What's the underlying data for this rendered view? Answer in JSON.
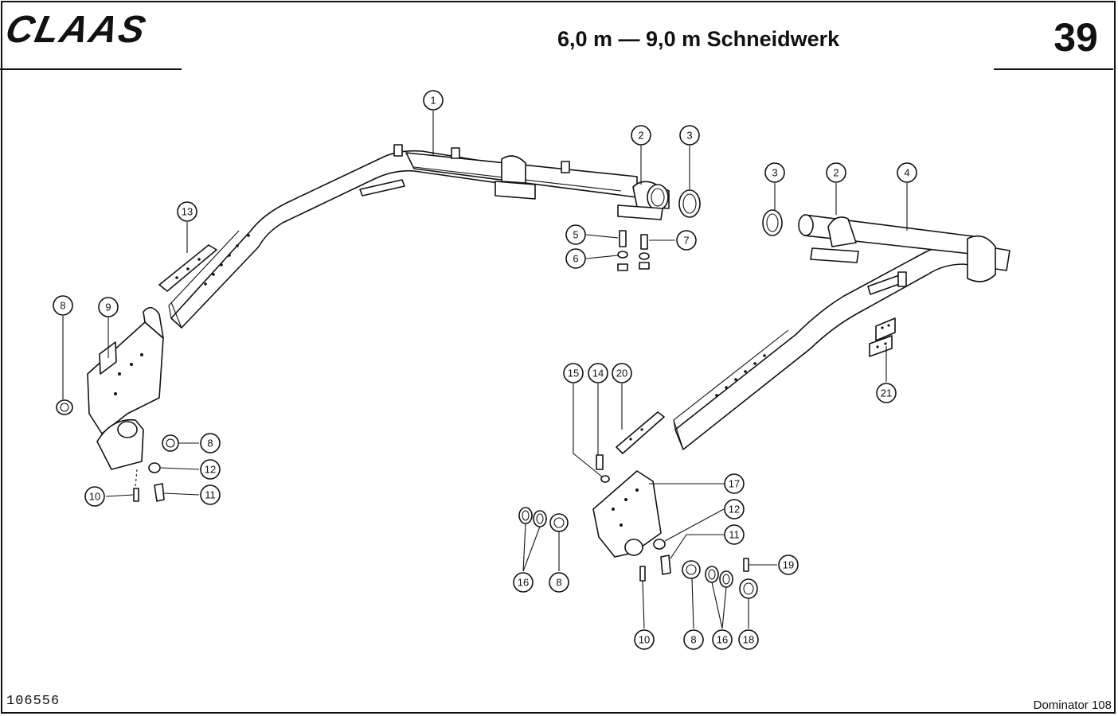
{
  "header": {
    "brand": "CLAAS",
    "title": "6,0 m — 9,0 m Schneidwerk",
    "page_number": "39"
  },
  "footer": {
    "drawing_id": "106556",
    "model": "Dominator 108"
  },
  "callouts": {
    "c1": "1",
    "c2a": "2",
    "c3a": "3",
    "c3b": "3",
    "c2b": "2",
    "c4": "4",
    "c13": "13",
    "c5": "5",
    "c6": "6",
    "c7": "7",
    "c8a": "8",
    "c9": "9",
    "c8b": "8",
    "c12a": "12",
    "c10a": "10",
    "c11a": "11",
    "c21": "21",
    "c15": "15",
    "c14": "14",
    "c20": "20",
    "c17": "17",
    "c12b": "12",
    "c11b": "11",
    "c19": "19",
    "c16a": "16",
    "c8c": "8",
    "c10b": "10",
    "c8d": "8",
    "c16b": "16",
    "c18": "18"
  }
}
